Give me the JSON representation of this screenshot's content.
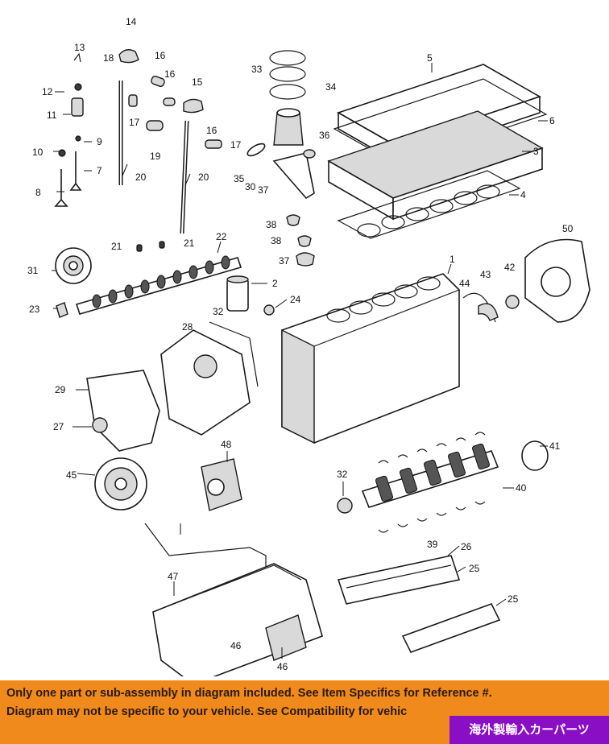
{
  "callouts": {
    "c1": "1",
    "c2": "2",
    "c3": "3",
    "c4": "4",
    "c5": "5",
    "c6": "6",
    "c7": "7",
    "c8": "8",
    "c9": "9",
    "c10": "10",
    "c11": "11",
    "c12": "12",
    "c13": "13",
    "c14": "14",
    "c15": "15",
    "c16a": "16",
    "c16b": "16",
    "c16c": "16",
    "c17a": "17",
    "c17b": "17",
    "c18": "18",
    "c19": "19",
    "c20a": "20",
    "c20b": "20",
    "c21a": "21",
    "c21b": "21",
    "c22": "22",
    "c23": "23",
    "c24": "24",
    "c25a": "25",
    "c25b": "25",
    "c26": "26",
    "c27": "27",
    "c28": "28",
    "c29": "29",
    "c30": "30",
    "c31": "31",
    "c32a": "32",
    "c32b": "32",
    "c33": "33",
    "c34": "34",
    "c35": "35",
    "c36": "36",
    "c37a": "37",
    "c37b": "37",
    "c38a": "38",
    "c38b": "38",
    "c39": "39",
    "c40": "40",
    "c41": "41",
    "c42": "42",
    "c43": "43",
    "c44": "44",
    "c45": "45",
    "c46a": "46",
    "c46b": "46",
    "c47": "47",
    "c48": "48",
    "c50": "50"
  },
  "banner": {
    "line1": "Only one part or sub-assembly in diagram included. See Item Specifics for Reference #.",
    "line2": "Diagram may not be specific to your vehicle. See Compatibility for vehic",
    "badge": "海外製輸入カーパーツ",
    "color": "#f08a1c",
    "badge_color": "#8a0fc4"
  }
}
